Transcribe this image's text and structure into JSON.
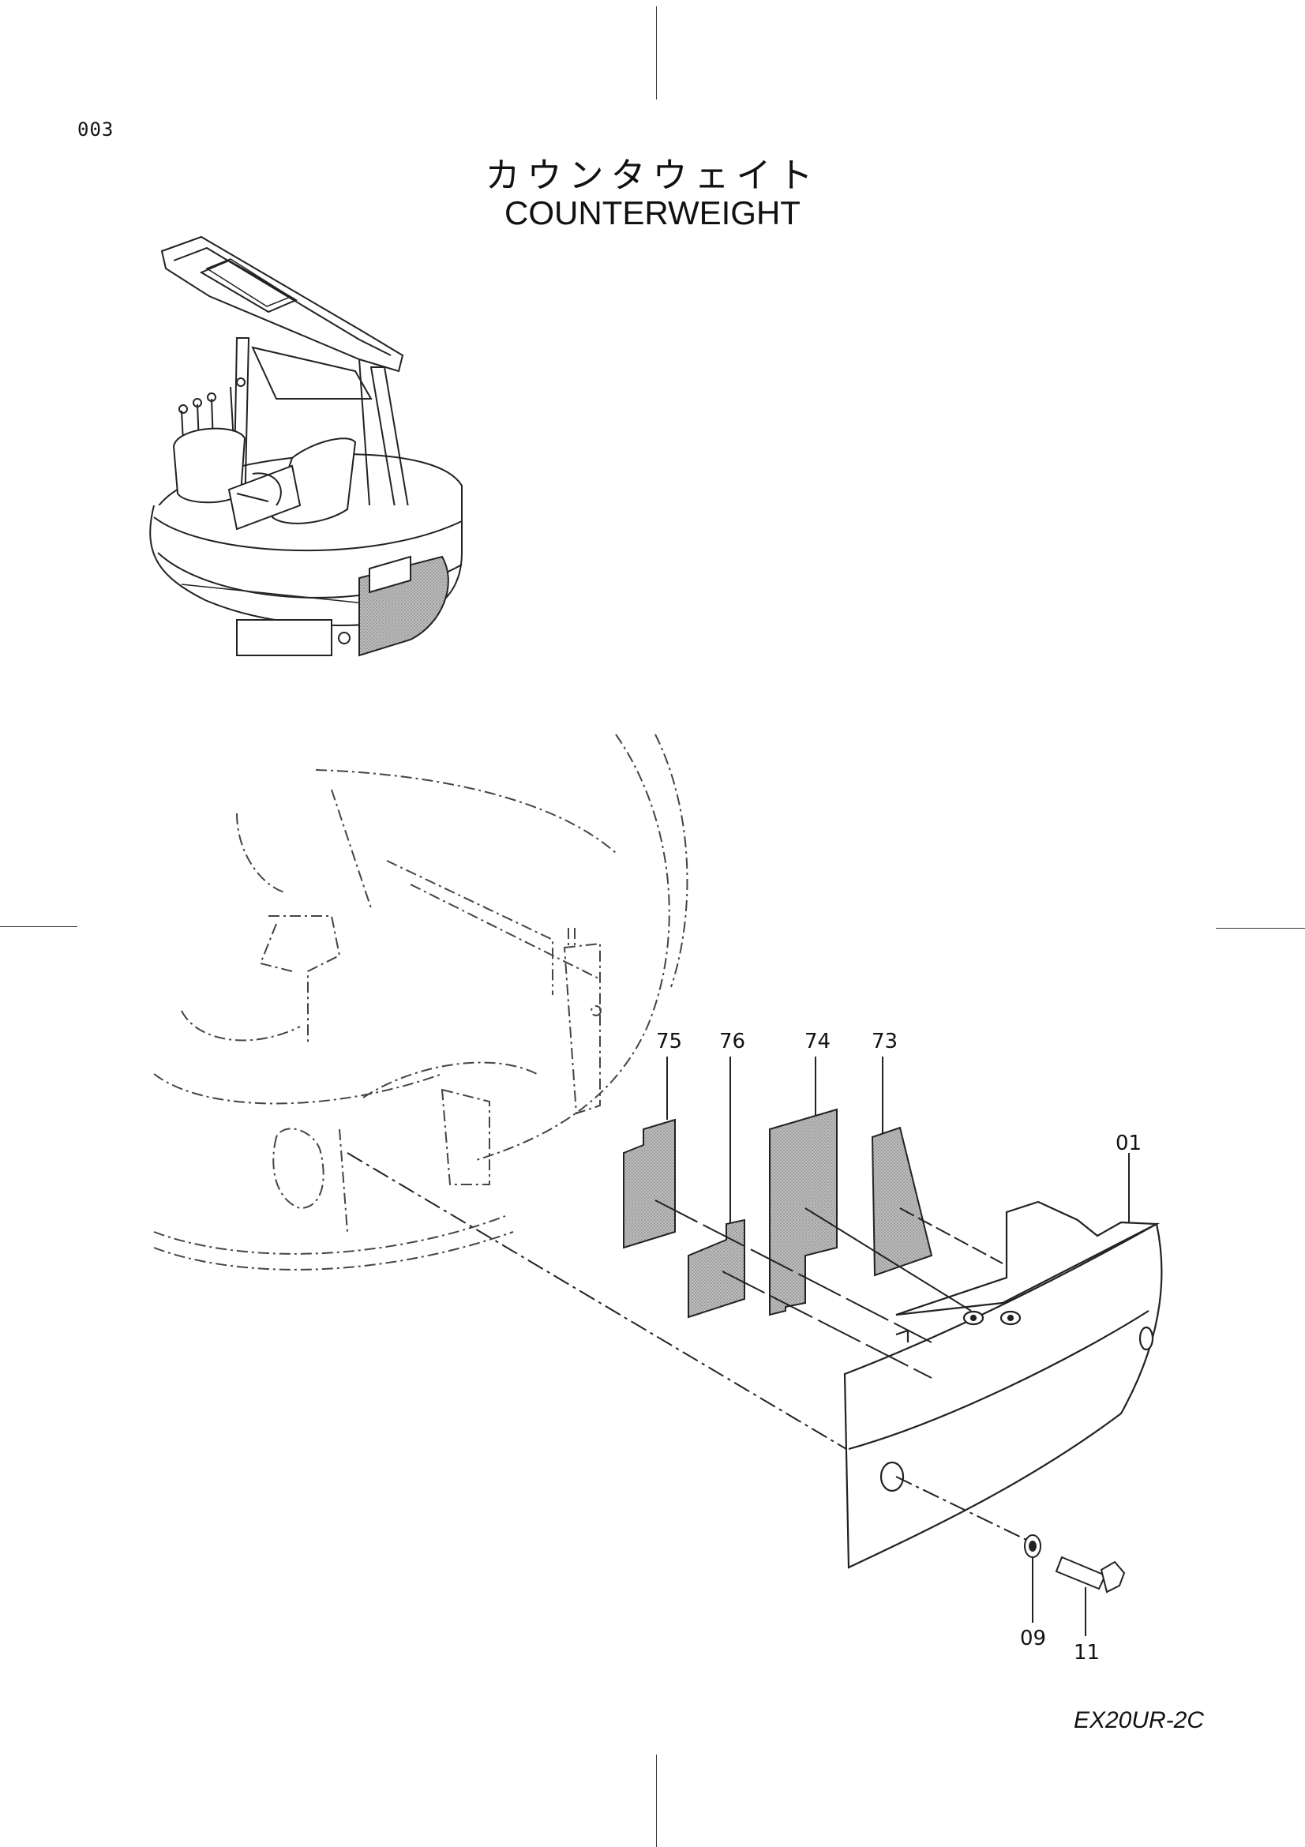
{
  "page": {
    "number": "003",
    "title_jp": "カウンタウェイト",
    "title_en": "COUNTERWEIGHT",
    "model": "EX20UR-2C"
  },
  "parts": [
    {
      "id": "01"
    },
    {
      "id": "09"
    },
    {
      "id": "11"
    },
    {
      "id": "73"
    },
    {
      "id": "74"
    },
    {
      "id": "75"
    },
    {
      "id": "76"
    }
  ]
}
